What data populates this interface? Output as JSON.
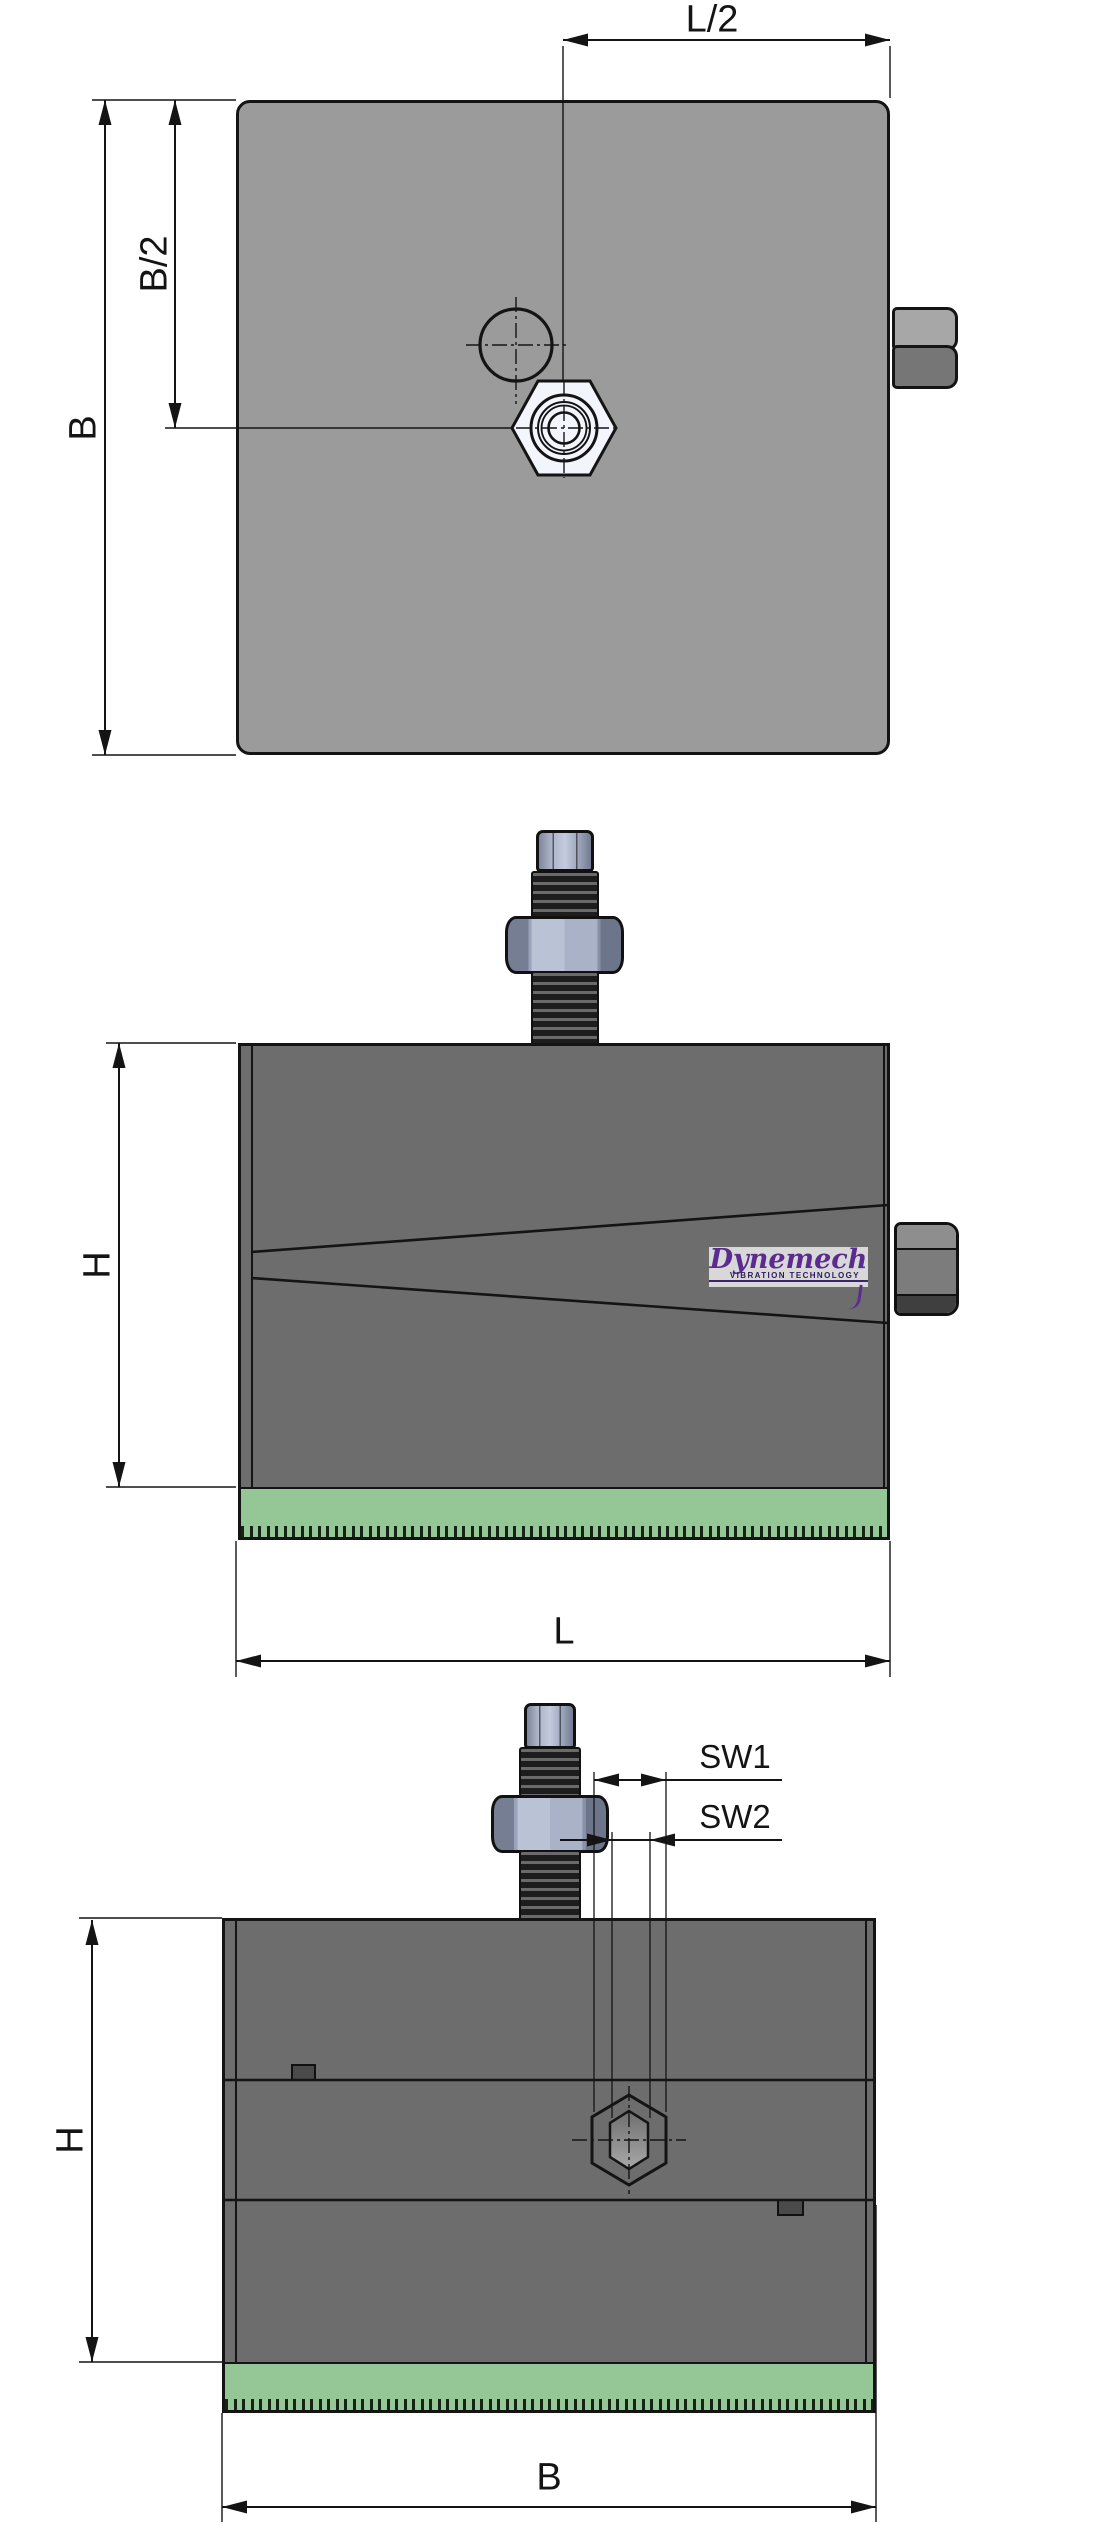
{
  "views": {
    "top": {
      "name": "top plan view",
      "labels": {
        "l_half": "L/2",
        "b": "B",
        "b_half": "B/2"
      }
    },
    "front": {
      "name": "front elevation view",
      "labels": {
        "h": "H",
        "l": "L"
      },
      "logo": {
        "brand": "Dynemech",
        "tagline": "VIBRATION TECHNOLOGY"
      }
    },
    "side": {
      "name": "side elevation view",
      "labels": {
        "h": "H",
        "b": "B",
        "sw1": "SW1",
        "sw2": "SW2"
      }
    }
  },
  "colors": {
    "top_plate_gray": "#9b9b9b",
    "body_gray": "#6d6d6d",
    "base_pad_green": "#94c795",
    "hardware_steel": "#aab2c8",
    "outline_black": "#141414",
    "logo_purple": "#5b2b8f",
    "logo_background": "#d8d8d8"
  }
}
